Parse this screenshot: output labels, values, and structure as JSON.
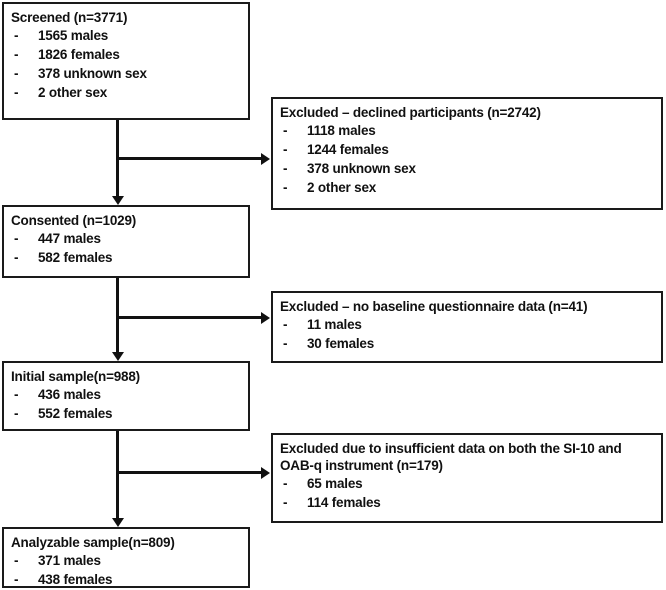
{
  "diagram": {
    "type": "participant-flow-diagram",
    "background_color": "#ffffff",
    "line_color": "#111111",
    "text_color": "#111111"
  },
  "nodes": {
    "screened": {
      "title": "Screened (n=3771)",
      "items": [
        {
          "dash": "-",
          "text": "1565 males"
        },
        {
          "dash": "-",
          "text": "1826 females"
        },
        {
          "dash": "-",
          "text": "378 unknown sex"
        },
        {
          "dash": "-",
          "text": "2 other sex"
        }
      ]
    },
    "excluded_declined": {
      "title": "Excluded – declined participants (n=2742)",
      "items": [
        {
          "dash": "-",
          "text": "1118 males"
        },
        {
          "dash": "-",
          "text": "1244 females"
        },
        {
          "dash": "-",
          "text": "378 unknown sex"
        },
        {
          "dash": "-",
          "text": "2 other sex"
        }
      ]
    },
    "consented": {
      "title": "Consented (n=1029)",
      "items": [
        {
          "dash": "-",
          "text": "447 males"
        },
        {
          "dash": "-",
          "text": "582 females"
        }
      ]
    },
    "excluded_no_baseline": {
      "title": "Excluded – no baseline questionnaire data (n=41)",
      "items": [
        {
          "dash": "-",
          "text": "11 males"
        },
        {
          "dash": "-",
          "text": "30 females"
        }
      ]
    },
    "initial_sample": {
      "title": "Initial sample(n=988)",
      "items": [
        {
          "dash": "-",
          "text": "436 males"
        },
        {
          "dash": "-",
          "text": "552 females"
        }
      ]
    },
    "excluded_insufficient": {
      "title": "Excluded due to insufficient data on both the SI-10 and OAB-q instrument (n=179)",
      "items": [
        {
          "dash": "-",
          "text": "65 males"
        },
        {
          "dash": "-",
          "text": "114 females"
        }
      ]
    },
    "analyzable_sample": {
      "title": "Analyzable sample(n=809)",
      "items": [
        {
          "dash": "-",
          "text": "371 males"
        },
        {
          "dash": "-",
          "text": "438 females"
        }
      ]
    }
  }
}
